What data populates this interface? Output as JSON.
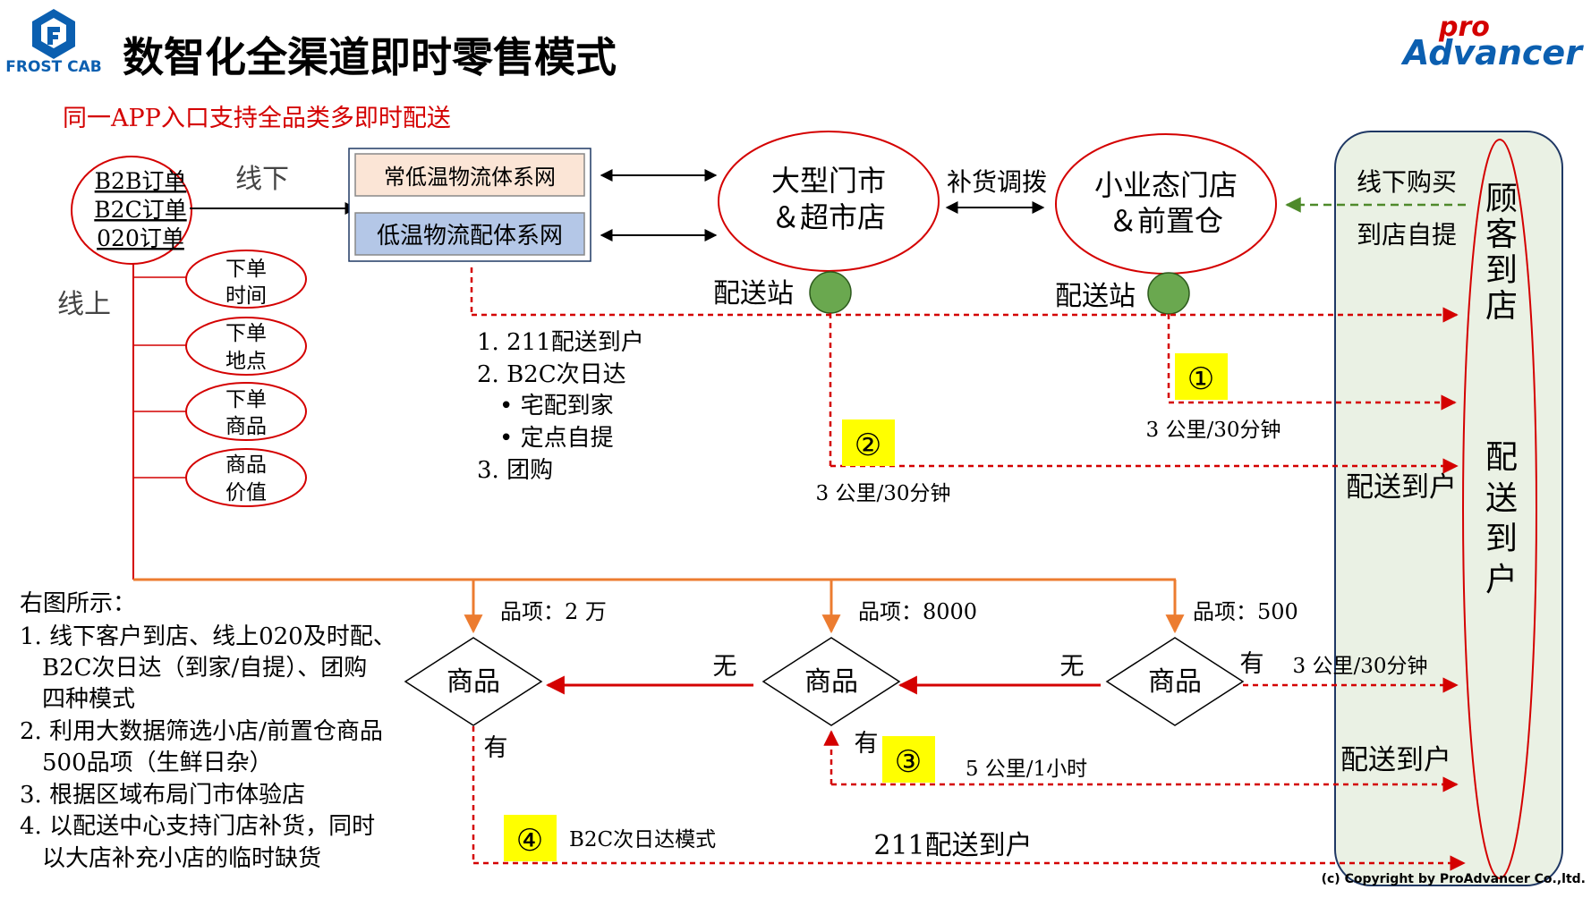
{
  "header": {
    "left_logo_text": "FROST CAB",
    "title": "数智化全渠道即时零售模式",
    "subtitle": "同一APP入口支持全品类多即时配送",
    "right_logo_small": "pro",
    "right_logo_big": "Advancer"
  },
  "orders": [
    "B2B订单",
    "B2C订单",
    "020订单"
  ],
  "offline_label": "线下",
  "online_label": "线上",
  "order_attrs": [
    {
      "l1": "下单",
      "l2": "时间"
    },
    {
      "l1": "下单",
      "l2": "地点"
    },
    {
      "l1": "下单",
      "l2": "商品"
    },
    {
      "l1": "商品",
      "l2": "价值"
    }
  ],
  "logistics": {
    "box1": "常低温物流体系网",
    "box2": "低温物流配体系网"
  },
  "big_store": {
    "l1": "大型门市",
    "l2": "＆超市店"
  },
  "restock_label": "补货调拨",
  "small_store": {
    "l1": "小业态门店",
    "l2": "＆前置仓"
  },
  "station_label": "配送站",
  "customer_panel": {
    "offline_buy": "线下购买",
    "pickup": "到店自提",
    "to_store": [
      "顾",
      "客",
      "到",
      "店"
    ],
    "to_home": [
      "配",
      "送",
      "到",
      "户"
    ],
    "deliver_label_1": "配送到户",
    "deliver_label_2": "配送到户"
  },
  "delivery_list": [
    "1. 211配送到户",
    "2. B2C次日达",
    "• 宅配到家",
    "• 定点自提",
    "3. 团购"
  ],
  "badges": [
    "①",
    "②",
    "③",
    "④"
  ],
  "distance_1": "3 公里/30分钟",
  "distance_2": "3 公里/30分钟",
  "distance_3": "3 公里/30分钟",
  "distance_4": "5 公里/1小时",
  "sku_labels": [
    "品项：2 万",
    "品项：8000",
    "品项：500"
  ],
  "diamond_label": "商品",
  "no_label": "无",
  "yes_label": "有",
  "b2c_mode": "B2C次日达模式",
  "home_211": "211配送到户",
  "notes": {
    "title": "右图所示：",
    "lines": [
      "1. 线下客户到店、线上020及时配、",
      "B2C次日达（到家/自提）、团购",
      "四种模式",
      "2. 利用大数据筛选小店/前置仓商品",
      "500品项（生鲜日杂）",
      "3. 根据区域布局门市体验店",
      "4. 以配送中心支持门店补货，同时",
      "以大店补充小店的临时缺货"
    ]
  },
  "copyright": "(c) Copyright by ProAdvancer Co.,ltd.",
  "colors": {
    "red": "#d40000",
    "orange": "#ec7c30",
    "green_station": "#6aa84f",
    "dashed_green": "#4e8a2a",
    "box1_fill": "#fbe5d6",
    "box2_fill": "#b4c7e7",
    "panel_fill": "#eaf1e4",
    "panel_stroke": "#1f3864",
    "yellow": "#ffff00",
    "blue_logo": "#0b5fb0"
  }
}
